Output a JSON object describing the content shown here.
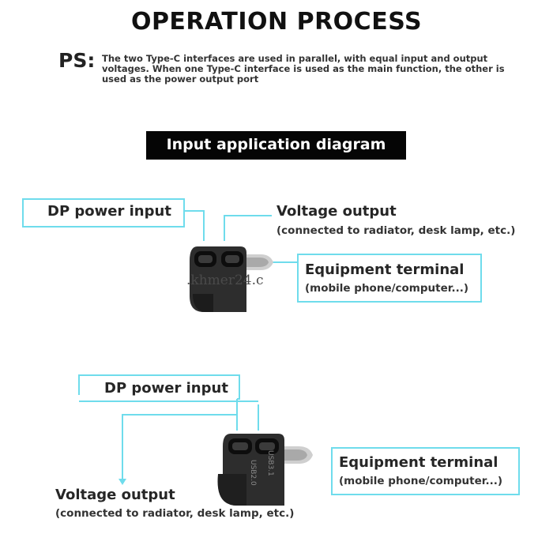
{
  "title": "OPERATION PROCESS",
  "ps": {
    "label": "PS:",
    "text": "The two Type-C interfaces are used in parallel, with equal input and output voltages. When one Type-C interface is used as the main function, the other is used as the power output port"
  },
  "banner": "Input application diagram",
  "diagram1": {
    "dp_input": "DP power input",
    "voltage_output": "Voltage output",
    "voltage_output_sub": "(connected to radiator, desk lamp, etc.)",
    "equipment": "Equipment terminal",
    "equipment_sub": "(mobile phone/computer...)"
  },
  "diagram2": {
    "dp_input": "DP power input",
    "voltage_output": "Voltage output",
    "voltage_output_sub": "(connected to radiator, desk lamp, etc.)",
    "equipment": "Equipment terminal",
    "equipment_sub": "(mobile phone/computer...)",
    "port_label_left": "USB2.0",
    "port_label_right": "USB3.1"
  },
  "watermark": ".khmer24.c",
  "colors": {
    "accent_line": "#6fdcec",
    "banner_bg": "#050505",
    "device_body": "#2b2b2b"
  }
}
